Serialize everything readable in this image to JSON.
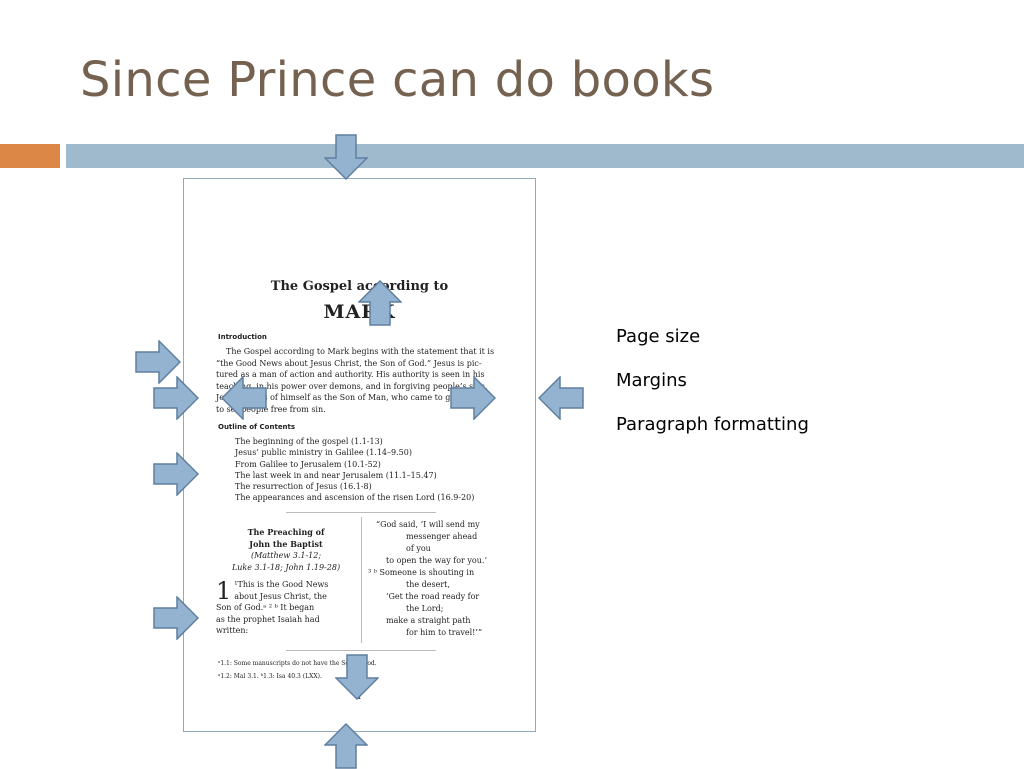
{
  "slide": {
    "title": "Since Prince can do books"
  },
  "colors": {
    "title": "#74614f",
    "accent_orange": "#dd8747",
    "accent_blue": "#9fb9cd",
    "arrow_fill": "#93b3d1",
    "arrow_stroke": "#5f7f9f"
  },
  "document": {
    "title": "The Gospel according to",
    "book": "MARK",
    "intro_heading": "Introduction",
    "intro_lines": [
      "The Gospel according to Mark begins with the statement that it is",
      "“the Good News about Jesus Christ, the Son of God.” Jesus is pic-",
      "tured as a man of action and authority. His authority is seen in his",
      "teaching, in his power over demons, and in forgiving people’s sins.",
      "Jesus speaks of himself as the Son of Man, who came to give his life",
      "to set people free from sin."
    ],
    "outline_heading": "Outline of Contents",
    "outline": [
      "The beginning of the gospel (1.1-13)",
      "Jesus’ public ministry in Galilee (1.14–9.50)",
      "From Galilee to Jerusalem (10.1-52)",
      "The last week in and near Jerusalem (11.1–15.47)",
      "The resurrection of Jesus (16.1-8)",
      "The appearances and ascension of the risen Lord (16.9-20)"
    ],
    "preaching_heading_1": "The Preaching of",
    "preaching_heading_2": "John the Baptist",
    "preaching_ref_1": "(Matthew 3.1-12;",
    "preaching_ref_2": "Luke 3.1-18; John 1.19-28)",
    "chapter_number": "1",
    "verse_lines": [
      "¹This is the Good News",
      "about Jesus Christ, the",
      "Son of God.ᵃ ² ᵇ It began",
      "as the prophet Isaiah had",
      "written:"
    ],
    "quote_lines": [
      "“God said, ‘I will send my",
      "messenger ahead",
      "of you",
      "to open the way for you.’",
      "³ ᵇ Someone is shouting in",
      "the desert,",
      "‘Get the road ready for",
      "the Lord;",
      "make a straight path",
      "for him to travel!’”"
    ],
    "footnote_1": "ᵃ1.1: Some manuscripts do not have the Son of God.",
    "footnote_2": "ᵃ1.2: Mal 3.1.    ᵇ1.3: Isa 40.3 (LXX).",
    "page_number": "1"
  },
  "labels": {
    "page_size": "Page size",
    "margins": "Margins",
    "paragraph_formatting": "Paragraph formatting"
  }
}
